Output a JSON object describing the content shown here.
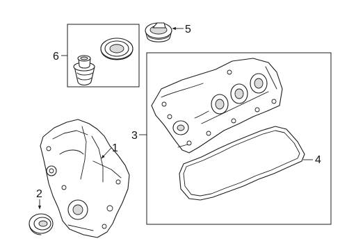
{
  "callouts": {
    "c1": "1",
    "c2": "2",
    "c3": "3",
    "c4": "4",
    "c5": "5",
    "c6": "6"
  },
  "parts": {
    "p1": "timing-cover",
    "p2": "front-crankshaft-seal",
    "p3": "valve-cover",
    "p4": "valve-cover-gasket",
    "p5": "oil-filler-cap",
    "p6": "cover-seal-kit"
  }
}
